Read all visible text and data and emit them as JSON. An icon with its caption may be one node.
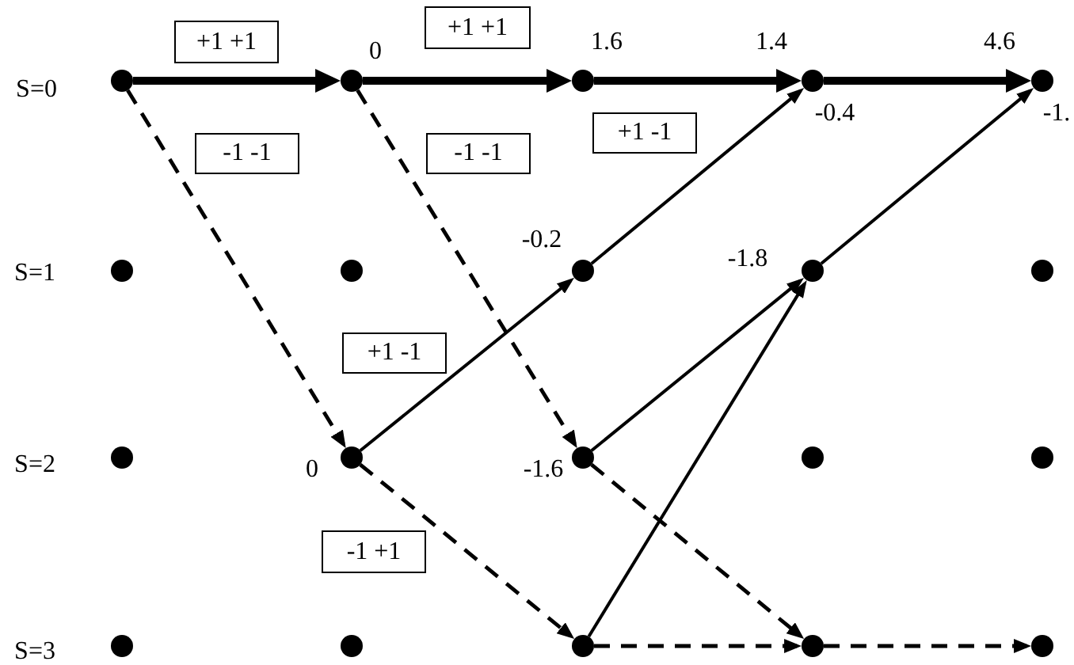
{
  "diagram": {
    "nodes": [
      {
        "text": [
          "+1 +1"
        ]
      },
      {
        "text": [
          "+1 +1"
        ]
      },
      {
        "text": [],
        "shape": "circle"
      },
      {
        "text": [],
        "shape": "circle",
        "beside": [
          "0"
        ]
      },
      {
        "text": [],
        "shape": "circle",
        "beside": [
          "1.6"
        ]
      },
      {
        "text": [],
        "shape": "circle",
        "beside": [
          "1.4",
          "-0.4"
        ]
      },
      {
        "text": [],
        "shape": "circle",
        "beside": [
          "4.6",
          "-1."
        ]
      },
      {
        "text": [
          "+1 -1"
        ]
      },
      {
        "text": [
          "-1 -1"
        ]
      },
      {
        "text": [
          "-1 -1"
        ]
      },
      {
        "text": [],
        "shape": "circle"
      },
      {
        "text": [],
        "shape": "circle"
      },
      {
        "text": [],
        "shape": "circle",
        "beside": [
          "-0.2"
        ]
      },
      {
        "text": [],
        "shape": "circle",
        "beside": [
          "-1.8"
        ]
      },
      {
        "text": [],
        "shape": "circle"
      },
      {
        "text": [
          "+1 -1"
        ]
      },
      {
        "text": [],
        "shape": "circle"
      },
      {
        "text": [],
        "shape": "circle",
        "beside": [
          "0"
        ]
      },
      {
        "text": [],
        "shape": "circle",
        "beside": [
          "-1.6"
        ]
      },
      {
        "text": [],
        "shape": "circle"
      },
      {
        "text": [],
        "shape": "circle"
      },
      {
        "text": [
          "-1 +1"
        ]
      },
      {
        "text": [],
        "shape": "circle"
      },
      {
        "text": [],
        "shape": "circle"
      },
      {
        "text": [],
        "shape": "circle"
      },
      {
        "text": [],
        "shape": "circle"
      },
      {
        "text": [],
        "shape": "circle"
      }
    ],
    "edges": [
      {
        "from": 2,
        "to": 3,
        "arrow": "to",
        "style": "thick"
      },
      {
        "from": 2,
        "to": 17,
        "arrow": "to",
        "style": "dashed"
      },
      {
        "from": 3,
        "to": 4,
        "arrow": "to",
        "style": "thick"
      },
      {
        "from": 3,
        "to": 18,
        "arrow": "to",
        "style": "dashed"
      },
      {
        "from": 4,
        "to": 5,
        "arrow": "to",
        "style": "thick"
      },
      {
        "from": 5,
        "to": 6,
        "arrow": "to",
        "style": "thick"
      },
      {
        "from": 12,
        "to": 5,
        "arrow": "to"
      },
      {
        "from": 13,
        "to": 6,
        "arrow": "to"
      },
      {
        "from": 17,
        "to": 12,
        "arrow": "to"
      },
      {
        "from": 17,
        "to": 24,
        "arrow": "to",
        "style": "dashed"
      },
      {
        "from": 18,
        "to": 13,
        "arrow": "to"
      },
      {
        "from": 18,
        "to": 25,
        "arrow": "to",
        "style": "dashed"
      },
      {
        "from": 24,
        "to": 13,
        "arrow": "to"
      },
      {
        "from": 24,
        "to": 25,
        "arrow": "to",
        "style": "dashed"
      },
      {
        "from": 25,
        "to": 26,
        "arrow": "to",
        "style": "dashed"
      }
    ],
    "labels": [
      "S=0",
      "S=1",
      "S=2",
      "S=3"
    ]
  }
}
